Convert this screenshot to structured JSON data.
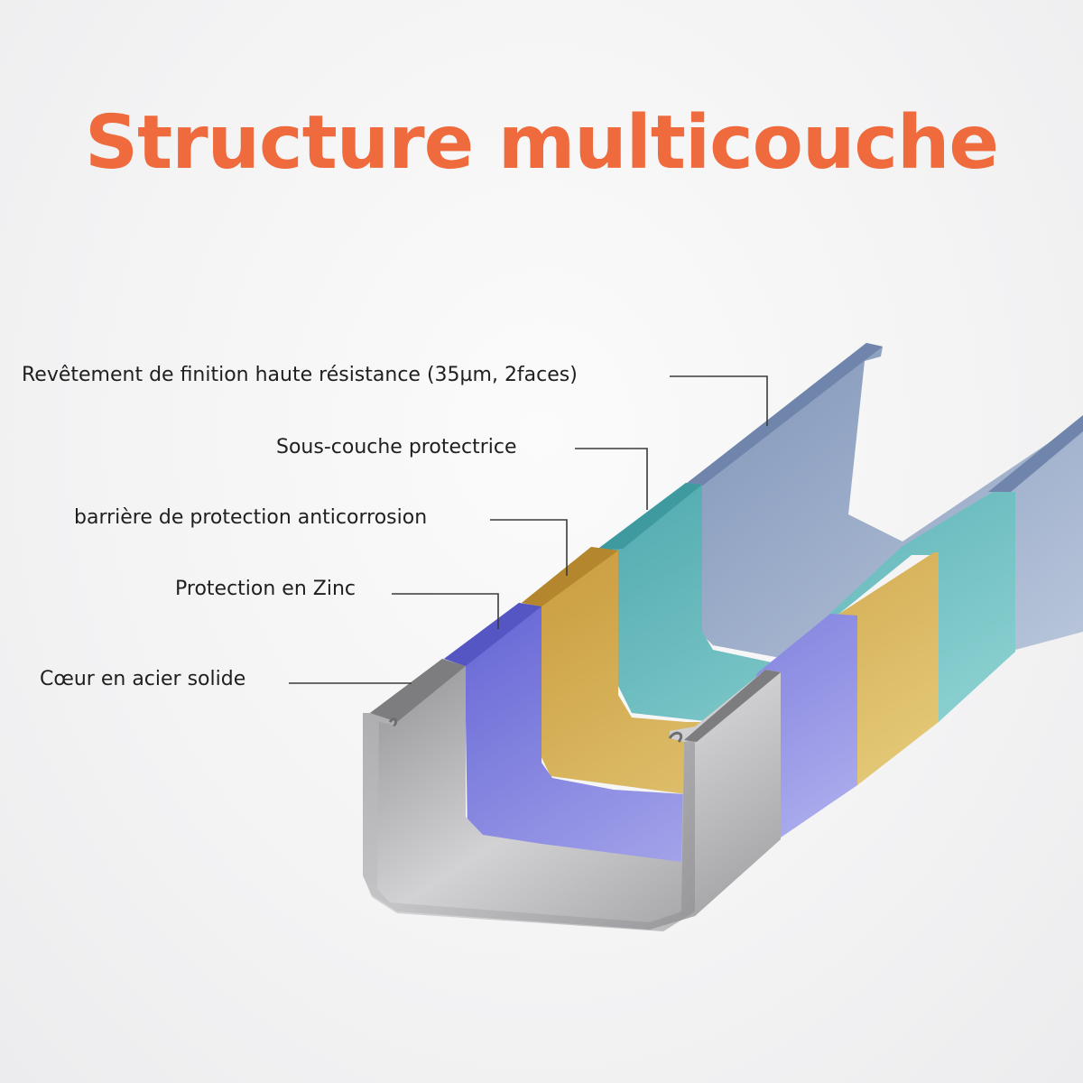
{
  "title": "Structure multicouche",
  "layers": [
    {
      "label": "Revêtement de finition  haute résistance (35µm, 2faces)",
      "color": "#8fa3c4"
    },
    {
      "label": "Sous-couche protectrice",
      "color": "#5fb8bd"
    },
    {
      "label": "barrière de protection anticorrosion",
      "color": "#d4a94a"
    },
    {
      "label": "Protection en Zinc",
      "color": "#7474de"
    },
    {
      "label": "Cœur en acier solide",
      "color": "#a8a8aa"
    }
  ],
  "colors": {
    "title": "#ef6a3c",
    "leader": "#3a3a3a"
  }
}
